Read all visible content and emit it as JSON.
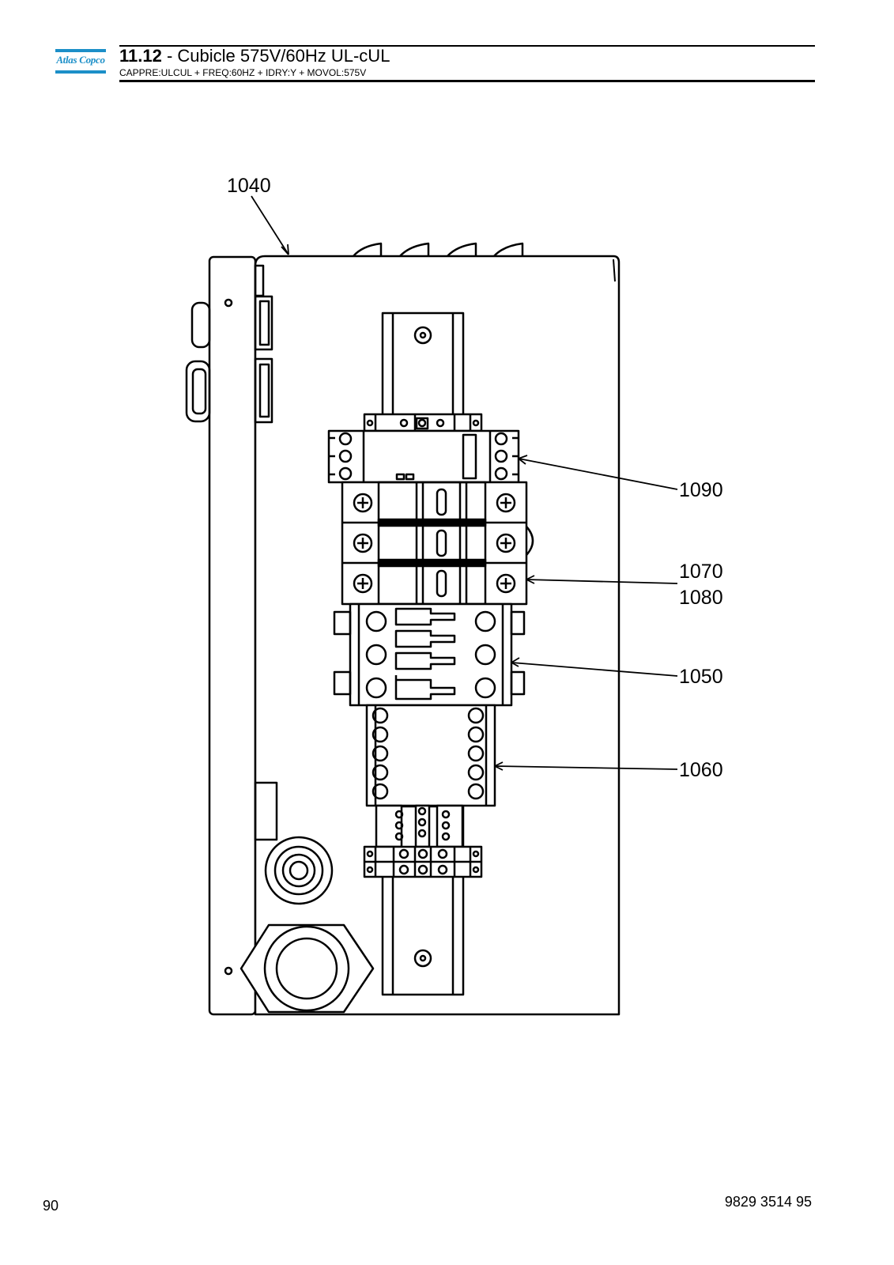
{
  "header": {
    "brand": "Atlas Copco",
    "section_number": "11.12",
    "title_separator": " - ",
    "section_title": "Cubicle 575V/60Hz UL-cUL",
    "subtitle": "CAPPRE:ULCUL + FREQ:60HZ + IDRY:Y + MOVOL:575V"
  },
  "callouts": {
    "c1040": "1040",
    "c1090": "1090",
    "c1070": "1070",
    "c1080": "1080",
    "c1050": "1050",
    "c1060": "1060"
  },
  "footer": {
    "page_number": "90",
    "document_number": "9829 3514 95"
  },
  "colors": {
    "brand": "#1c8fc8",
    "line": "#000000",
    "panel_fill": "#ffffff"
  }
}
